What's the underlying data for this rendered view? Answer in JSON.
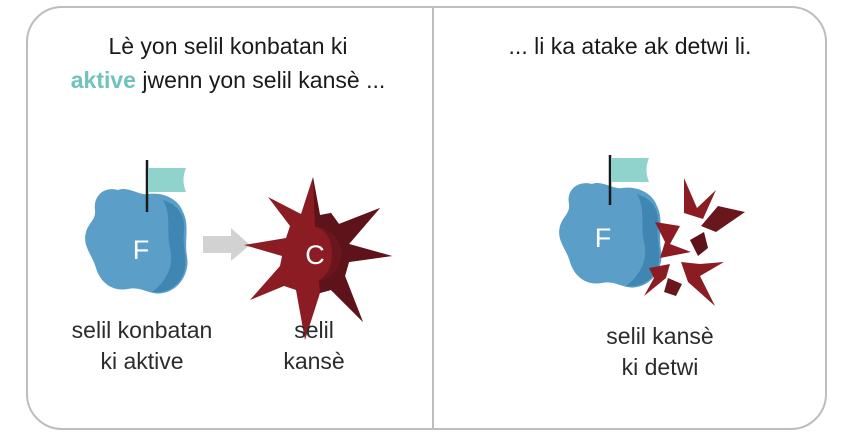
{
  "left_panel": {
    "caption_line1": "Lè yon selil konbatan ki",
    "caption_highlight": "aktive",
    "caption_line2_rest": " jwenn yon selil kansè ...",
    "fighter_letter": "F",
    "cancer_letter": "C",
    "fighter_label": [
      "selil konbatan",
      "ki aktive"
    ],
    "cancer_label": [
      "selil",
      "kansè"
    ]
  },
  "right_panel": {
    "caption": "... li ka atake ak detwi li.",
    "fighter_letter": "F",
    "destroyed_label": [
      "selil kansè",
      "ki detwi"
    ]
  },
  "colors": {
    "fighter_blue": "#5b9fc9",
    "fighter_blue_dark": "#3f86b3",
    "flag_teal": "#8fd3cc",
    "cancer_red": "#8c1c24",
    "cancer_red_dark": "#5e1219",
    "arrow_gray": "#d2d2d2",
    "accent_teal": "#6fc2bd",
    "border_gray": "#bdbdbd"
  },
  "icons": [
    "fighter-cell-icon",
    "flag-icon",
    "arrow-icon",
    "cancer-cell-icon",
    "destroyed-cell-fragments-icon"
  ]
}
